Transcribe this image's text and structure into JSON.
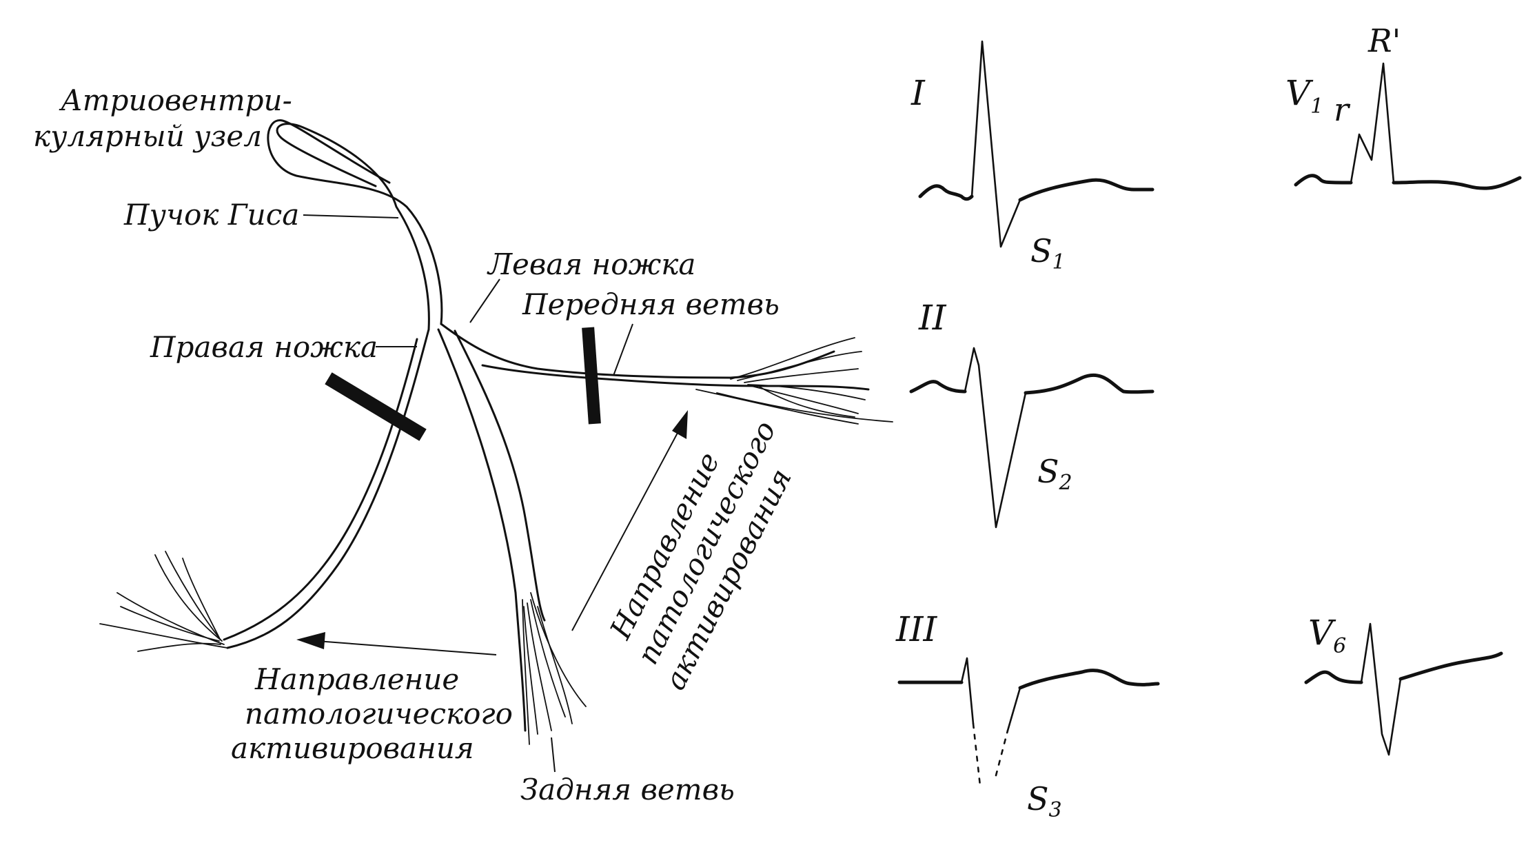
{
  "diagram": {
    "labels": {
      "av_node_line1": "Атриовентри-",
      "av_node_line2": "кулярный узел",
      "his_bundle": "Пучок Гиса",
      "left_bundle": "Левая ножка",
      "anterior_branch": "Передняя ветвь",
      "right_bundle": "Правая ножка",
      "posterior_branch": "Задняя ветвь",
      "direction_left_line1": "Направление",
      "direction_left_line2": "патологического",
      "direction_left_line3": "активирования",
      "direction_right_line1": "Направление",
      "direction_right_line2": "патологического",
      "direction_right_line3": "активирования"
    }
  },
  "ecg": {
    "leads": {
      "I": "I",
      "II": "II",
      "III": "III",
      "V1": "V",
      "V1_sub": "1",
      "V6": "V",
      "V6_sub": "6"
    },
    "waves": {
      "S1": "S",
      "S1_sub": "1",
      "S2": "S",
      "S2_sub": "2",
      "S3": "S",
      "S3_sub": "3",
      "r": "r",
      "R_prime": "R'"
    }
  }
}
